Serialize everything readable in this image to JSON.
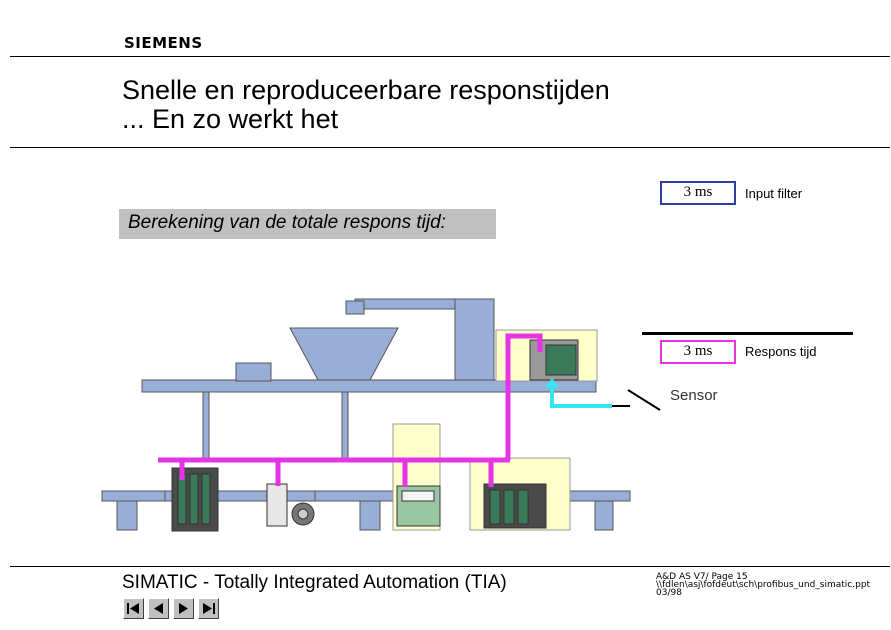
{
  "brand": {
    "logo": "SIEMENS"
  },
  "slide": {
    "title_line1": "Snelle en reproduceerbare responstijden",
    "title_line2": "... En zo werkt het",
    "calc_heading": "Berekening van de totale respons tijd:"
  },
  "timing": {
    "input_filter_value": "3 ms",
    "input_filter_label": "Input filter",
    "response_value": "3 ms",
    "response_label": "Respons tijd"
  },
  "diagram": {
    "sensor_label": "Sensor"
  },
  "footer": {
    "title": "SIMATIC - Totally Integrated Automation (TIA)",
    "meta_line1": "A&D AS V7/  Page  15",
    "meta_line2": "\\\\fdlen\\asj\\fofdeut\\sch\\profibus_und_simatic.ppt",
    "meta_line3": "03/98"
  },
  "nav": [
    "first-slide",
    "previous-slide",
    "next-slide",
    "last-slide"
  ],
  "colors": {
    "machine_fill": "#99aed6",
    "bus": "#e633e6",
    "sensor_signal": "#33e6f2",
    "input_box_border": "#2a3fa3",
    "response_box_border": "#e633e6",
    "station_fill": "#ffffcc",
    "calc_bg": "#c0c0c0"
  }
}
